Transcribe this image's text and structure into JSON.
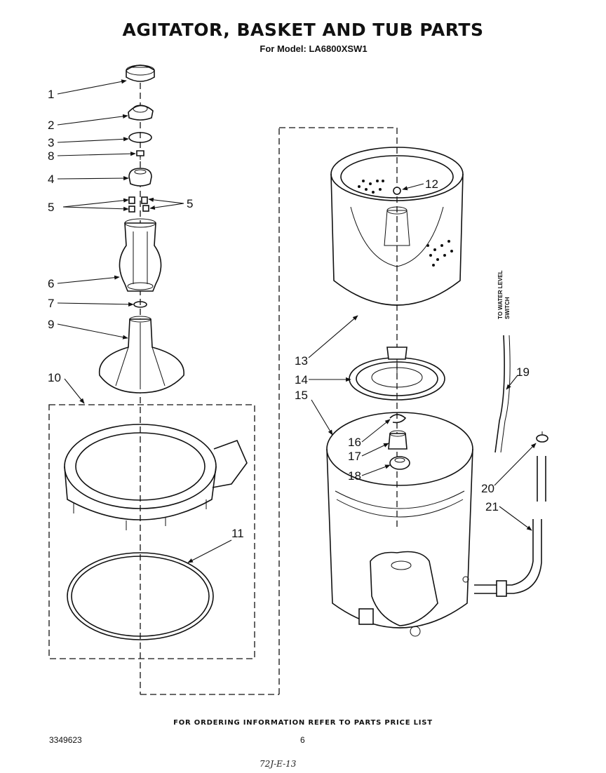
{
  "title": "AGITATOR, BASKET AND TUB PARTS",
  "subtitle": "For Model: LA6800XSW1",
  "footer_note": "FOR ORDERING INFORMATION REFER TO PARTS PRICE LIST",
  "doc_number": "3349623",
  "page_number": "6",
  "handwritten_note": "72J-E-13",
  "side_label": [
    "TO WATER LEVEL",
    "SWITCH"
  ],
  "callouts": {
    "c1": "1",
    "c2": "2",
    "c3": "3",
    "c8": "8",
    "c4": "4",
    "c5a": "5",
    "c5b": "5",
    "c6": "6",
    "c7": "7",
    "c9": "9",
    "c10": "10",
    "c11": "11",
    "c12": "12",
    "c13": "13",
    "c14": "14",
    "c15": "15",
    "c16": "16",
    "c17": "17",
    "c18": "18",
    "c19": "19",
    "c20": "20",
    "c21": "21"
  }
}
